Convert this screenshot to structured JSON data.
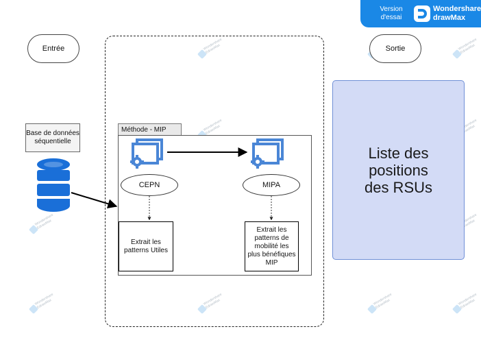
{
  "badge": {
    "version_label": [
      "Version",
      "d'essai"
    ],
    "brand_lines": [
      "Wondershare",
      "drawMax"
    ]
  },
  "io": {
    "input_label": "Entrée",
    "output_label": "Sortie"
  },
  "database": {
    "label_lines": [
      "Base de données",
      "séquentielle"
    ]
  },
  "method": {
    "title": "Méthode - MIP"
  },
  "nodes": {
    "left_ellipse": "CEPN",
    "right_ellipse": "MIPA",
    "left_result_lines": [
      "Extrait les",
      "patterns Utiles"
    ],
    "right_result_lines": [
      "Extrait les",
      "patterns de",
      "mobilité les",
      "plus bénéfiques",
      "MIP"
    ]
  },
  "output_panel": {
    "text_lines": [
      "Liste des",
      "positions",
      "des RSUs"
    ]
  },
  "colors": {
    "gear_blue": "#4a86d6",
    "panel_fill": "#d3dbf6",
    "panel_border": "#6f8fd6",
    "badge_blue": "#1a88e6"
  },
  "watermark": {
    "text_lines": [
      "Wondershare",
      "EdrawMax"
    ]
  }
}
